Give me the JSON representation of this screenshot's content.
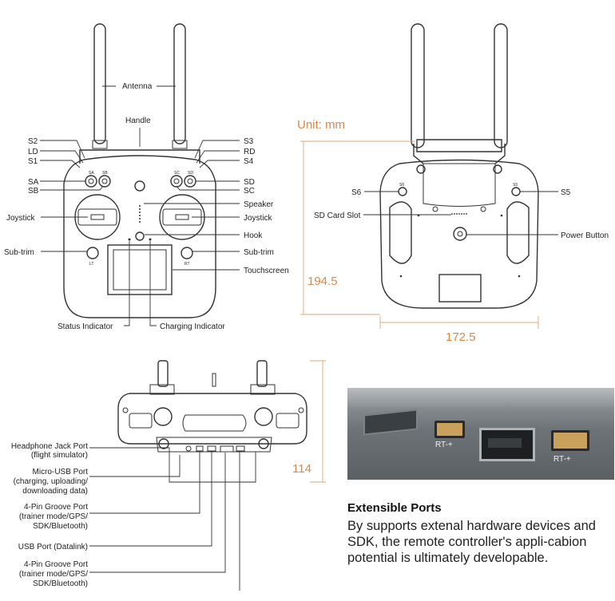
{
  "front_view": {
    "labels": {
      "antenna": "Antenna",
      "handle": "Handle",
      "s2": "S2",
      "ld": "LD",
      "s1": "S1",
      "sa": "SA",
      "sb": "SB",
      "joystick_left": "Joystick",
      "subtrim_left": "Sub-trim",
      "s3": "S3",
      "rd": "RD",
      "s4": "S4",
      "sd": "SD",
      "sc": "SC",
      "speaker": "Speaker",
      "joystick_right": "Joystick",
      "hook": "Hook",
      "subtrim_right": "Sub-trim",
      "touchscreen": "Touchscreen",
      "status_indicator": "Status Indicator",
      "charging_indicator": "Charging Indicator"
    },
    "body_marks": {
      "sa": "SA",
      "sb": "SB",
      "sc": "SC",
      "sd": "SD",
      "lt": "LT",
      "rt": "RT"
    }
  },
  "back_view": {
    "unit": "Unit: mm",
    "labels": {
      "s6": "S6",
      "s5": "S5",
      "sd_slot": "SD Card Slot",
      "power_button": "Power Button"
    },
    "body_marks": {
      "s6": "S6",
      "s5": "S5"
    },
    "height_dim": "194.5",
    "width_dim": "172.5"
  },
  "bottom_view": {
    "depth_dim": "114",
    "labels": {
      "headphone": "Headphone Jack Port",
      "headphone_sub": "(flight simulator)",
      "micro_usb": "Micro-USB Port",
      "micro_usb_sub1": "(charging, uploading/",
      "micro_usb_sub2": "downloading data)",
      "groove1": "4-Pin Groove Port",
      "groove1_sub1": "(trainer mode/GPS/",
      "groove1_sub2": "SDK/Bluetooth)",
      "usb_port": "USB Port (Datalink)",
      "groove2": "4-Pin Groove Port",
      "groove2_sub1": "(trainer mode/GPS/",
      "groove2_sub2": "SDK/Bluetooth)"
    }
  },
  "photo": {
    "port_label_left": "RT-+",
    "port_label_right": "RT-+"
  },
  "feature": {
    "title": "Extensible Ports",
    "body": "By supports extenal hardware devices and SDK, the remote controller's appli-cabion potential is ultimately developable."
  }
}
